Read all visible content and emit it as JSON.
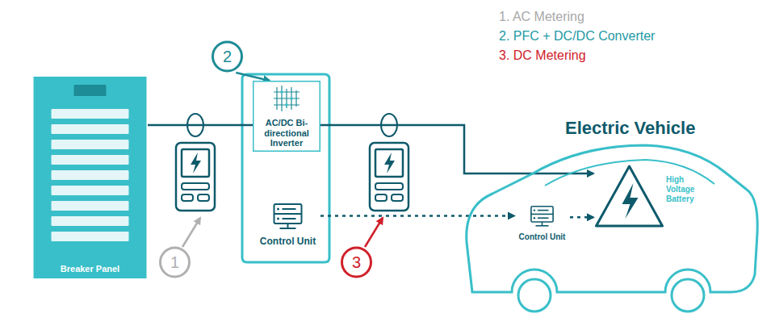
{
  "diagram": {
    "nodes": [
      {
        "text": [
          "Breaker Panel"
        ]
      },
      {
        "text": [
          "AC/DC Bi-directional Inverter"
        ]
      },
      {
        "text": [
          "Control Unit"
        ]
      },
      {
        "text": [
          "Electric Vehicle"
        ]
      },
      {
        "text": [
          "High Voltage Battery"
        ],
        "in": 3
      },
      {
        "text": [
          "Control Unit"
        ],
        "in": 3
      },
      {
        "text": [
          "2"
        ]
      },
      {
        "text": [
          "1"
        ]
      },
      {
        "text": [
          "3"
        ]
      }
    ],
    "edges": [
      {
        "from": 0,
        "to": 1,
        "arrow": "none"
      },
      {
        "from": 1,
        "to": 4,
        "arrow": "to"
      },
      {
        "from": 2,
        "to": 5,
        "arrow": "to"
      },
      {
        "from": 5,
        "to": 4,
        "arrow": "to"
      },
      {
        "from": 6,
        "to": 1,
        "arrow": "to"
      }
    ],
    "labels": [
      "1. AC Metering",
      "2. PFC + DC/DC Converter",
      "3. DC Metering"
    ]
  }
}
